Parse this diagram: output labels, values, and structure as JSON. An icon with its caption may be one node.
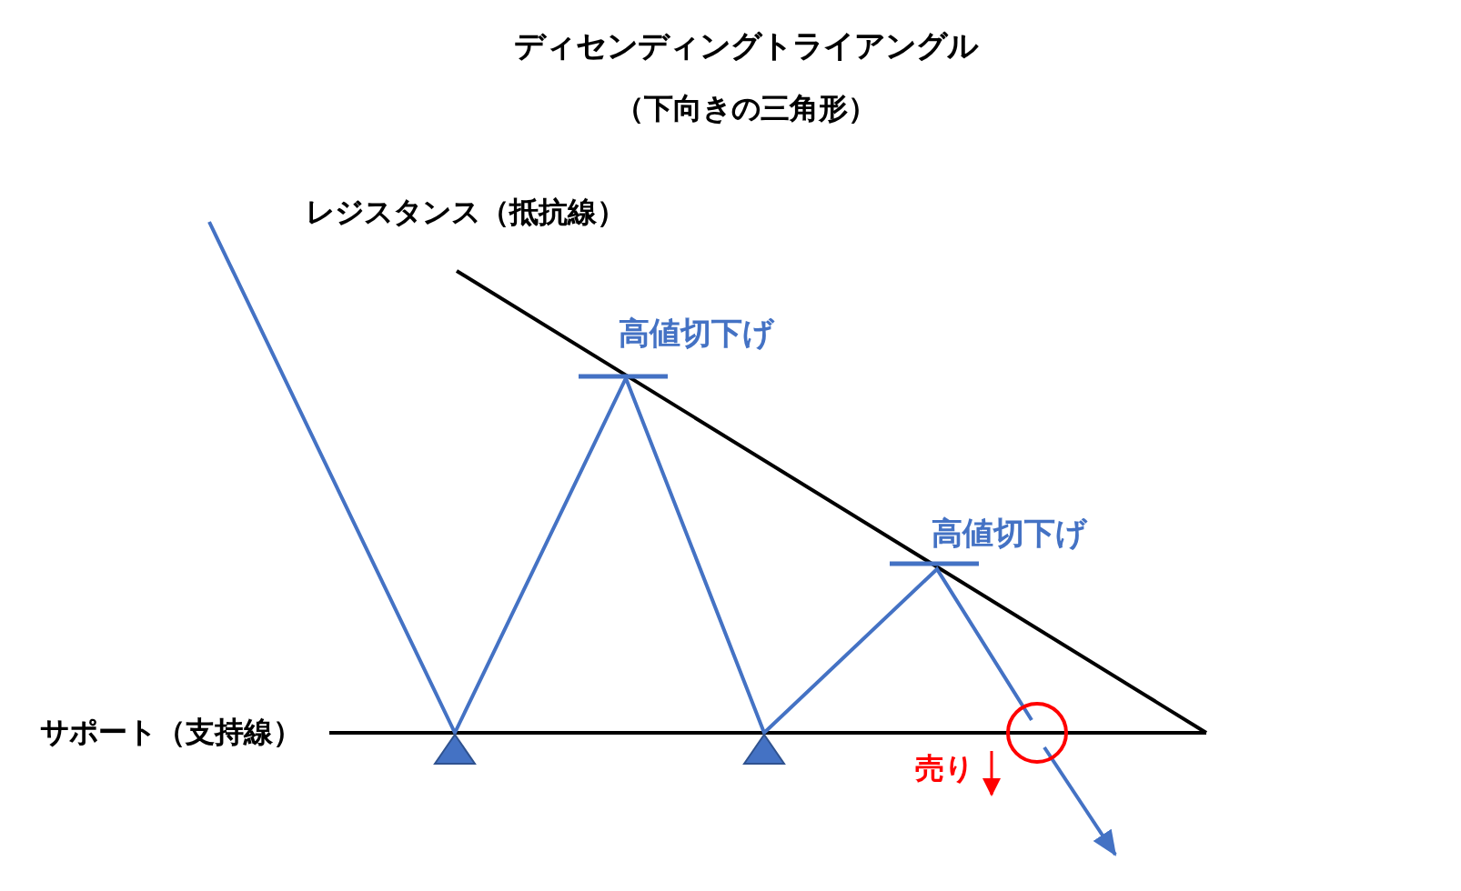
{
  "diagram": {
    "title": "ディセンディングトライアングル",
    "labels": [
      "（下向きの三角形）",
      "レジスタンス（抵抗線）",
      "高値切下げ",
      "高値切下げ",
      "サポート（支持線）",
      "売り"
    ]
  }
}
